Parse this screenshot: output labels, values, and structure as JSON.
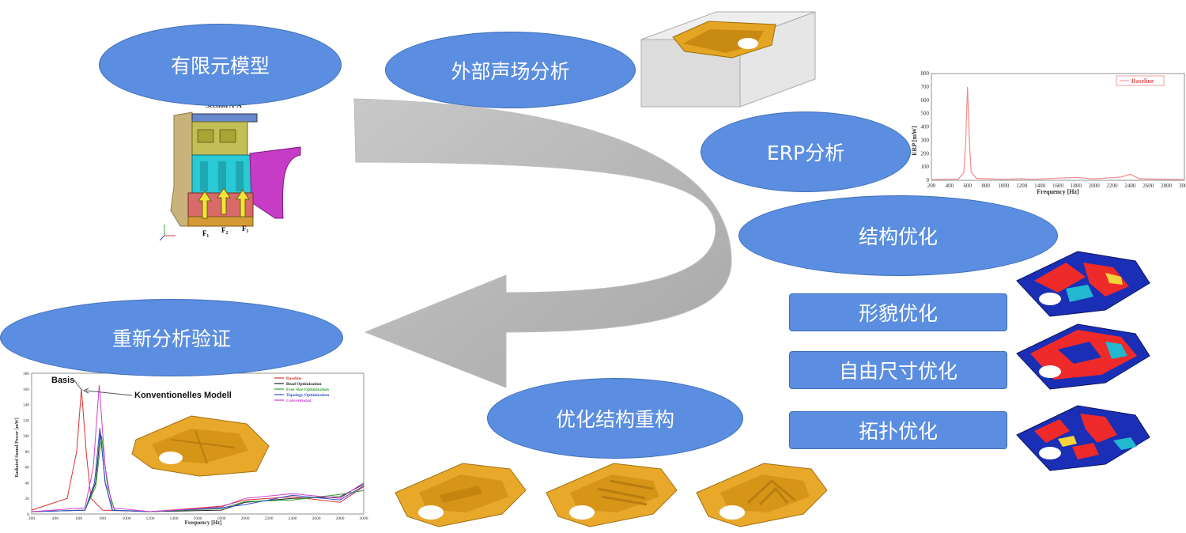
{
  "diagram": {
    "nodes": {
      "fem_model": "有限元模型",
      "acoustic": "外部声场分析",
      "erp": "ERP分析",
      "structure_opt": "结构优化",
      "shape_opt": "形貌优化",
      "size_opt": "自由尺寸优化",
      "topology_opt": "拓扑优化",
      "reconstruct": "优化结构重构",
      "reanalysis": "重新分析验证"
    },
    "section_figure": {
      "title": "Section A-A",
      "force_labels": [
        "F₁",
        "F₂",
        "F₃"
      ]
    },
    "erp_chart": {
      "legend": "Baseline",
      "xlabel": "Frequency [Hz]",
      "ylabel": "ERP [mW]"
    },
    "verify_chart": {
      "annotation_basis": "Basis",
      "annotation_model": "Konventionelles Modell",
      "legend": [
        "Baseline",
        "Bead Optimization",
        "Free Size Optimization",
        "Topology Optimization",
        "Conventional"
      ],
      "xlabel": "Frequency [Hz]",
      "ylabel": "Radiated Sound Power [mW]"
    }
  },
  "chart_data": [
    {
      "type": "line",
      "title": "",
      "xlabel": "Frequency [Hz]",
      "ylabel": "ERP [mW]",
      "xlim": [
        200,
        3000
      ],
      "ylim": [
        0,
        800
      ],
      "x_ticks": [
        200,
        400,
        600,
        800,
        1000,
        1200,
        1400,
        1600,
        1800,
        2000,
        2200,
        2400,
        2600,
        2800,
        3000
      ],
      "y_ticks": [
        0,
        100,
        200,
        300,
        400,
        500,
        600,
        700,
        800
      ],
      "legend_position": "top-right",
      "series": [
        {
          "name": "Baseline",
          "color": "#f28a8a",
          "x": [
            200,
            500,
            560,
            580,
            600,
            620,
            640,
            700,
            1000,
            1200,
            1300,
            1400,
            1800,
            2000,
            2300,
            2400,
            2500,
            3000
          ],
          "y": [
            5,
            10,
            60,
            300,
            700,
            300,
            60,
            15,
            8,
            12,
            8,
            10,
            22,
            10,
            25,
            45,
            12,
            5
          ]
        }
      ]
    },
    {
      "type": "line",
      "title": "",
      "xlabel": "Frequency [Hz]",
      "ylabel": "Radiated Sound Power [mW]",
      "xlim": [
        200,
        3000
      ],
      "ylim": [
        0,
        180
      ],
      "x_ticks": [
        200,
        400,
        600,
        800,
        1000,
        1200,
        1400,
        1600,
        1800,
        2000,
        2200,
        2400,
        2600,
        2800,
        3000
      ],
      "y_ticks": [
        0,
        20,
        40,
        60,
        80,
        100,
        120,
        140,
        160,
        180
      ],
      "legend_position": "top-right",
      "series": [
        {
          "name": "Baseline",
          "color": "#e03030",
          "x": [
            200,
            500,
            580,
            620,
            660,
            700,
            800,
            1200,
            1800,
            2000,
            2400,
            2800,
            3000
          ],
          "y": [
            5,
            20,
            80,
            160,
            80,
            20,
            5,
            3,
            10,
            18,
            22,
            15,
            35
          ]
        },
        {
          "name": "Bead Optimization",
          "color": "#222222",
          "x": [
            200,
            650,
            740,
            780,
            820,
            880,
            1200,
            1800,
            2000,
            2400,
            2800,
            3000
          ],
          "y": [
            3,
            5,
            40,
            105,
            40,
            5,
            3,
            5,
            15,
            20,
            22,
            38
          ]
        },
        {
          "name": "Free Size Optimization",
          "color": "#30a030",
          "x": [
            200,
            650,
            740,
            790,
            840,
            900,
            1200,
            1800,
            2000,
            2400,
            2800,
            3000
          ],
          "y": [
            3,
            5,
            35,
            100,
            35,
            5,
            3,
            7,
            16,
            18,
            25,
            30
          ]
        },
        {
          "name": "Topology Optimization",
          "color": "#3050d0",
          "x": [
            200,
            650,
            730,
            775,
            820,
            880,
            1200,
            1800,
            2000,
            2400,
            2800,
            3000
          ],
          "y": [
            3,
            5,
            40,
            110,
            40,
            5,
            3,
            8,
            12,
            24,
            18,
            36
          ]
        },
        {
          "name": "Conventional",
          "color": "#d040d0",
          "x": [
            200,
            650,
            720,
            770,
            820,
            880,
            1200,
            1800,
            2000,
            2400,
            2800,
            3000
          ],
          "y": [
            3,
            8,
            60,
            165,
            60,
            8,
            3,
            9,
            20,
            26,
            20,
            40
          ]
        }
      ]
    }
  ]
}
